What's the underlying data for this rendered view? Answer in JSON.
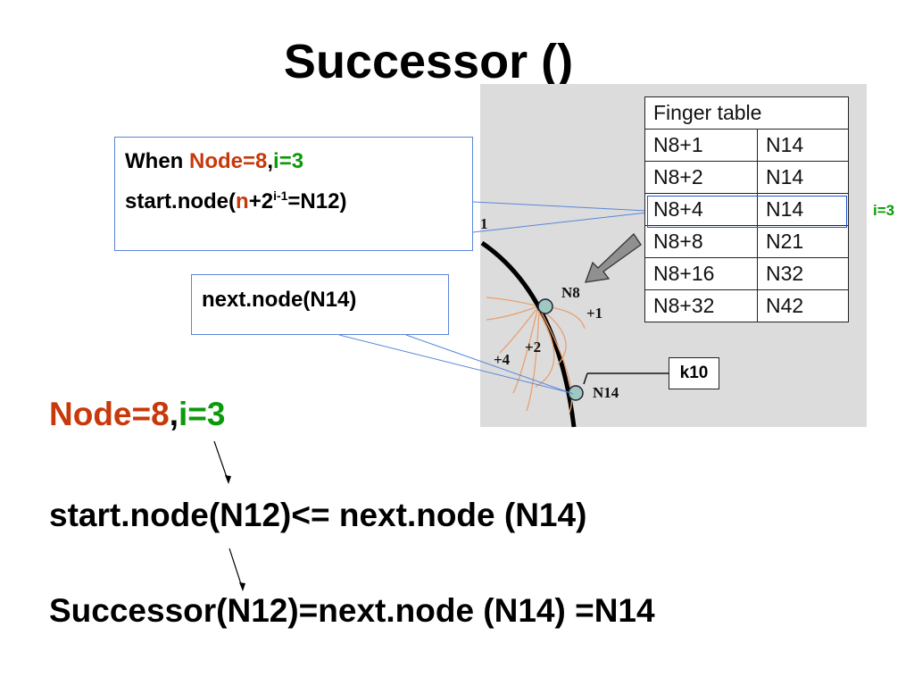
{
  "title": "Successor ()",
  "callout1": {
    "when": "When ",
    "node": "Node=8",
    "comma": ",",
    "i": "i=3",
    "line2_pre": "start.node(",
    "n": "n",
    "plus": "+2",
    "exp": "i-1",
    "line2_post": "=N12)"
  },
  "callout2": {
    "text": "next.node(N14)"
  },
  "finger_table": {
    "header": "Finger table",
    "rows": [
      [
        "N8+1",
        "N14"
      ],
      [
        "N8+2",
        "N14"
      ],
      [
        "N8+4",
        "N14"
      ],
      [
        "N8+8",
        "N21"
      ],
      [
        "N8+16",
        "N32"
      ],
      [
        "N8+32",
        "N42"
      ]
    ]
  },
  "side_label": "i=3",
  "ring_labels": {
    "n8": "N8",
    "n14": "N14",
    "p1": "+1",
    "p2": "+2",
    "p4": "+4",
    "partial": "1"
  },
  "key_box": "k10",
  "lines": {
    "l1_node": "Node=8",
    "l1_comma": ",",
    "l1_i": "i=3",
    "l2": "start.node(N12)<= next.node (N14)",
    "l3": "Successor(N12)=next.node (N14) =N14"
  },
  "colors": {
    "orange": "#c8380a",
    "green": "#0a9a0a",
    "callout_border": "#5a86d8",
    "arc": "#e8a070",
    "figure_bg": "#dcdcdc"
  }
}
